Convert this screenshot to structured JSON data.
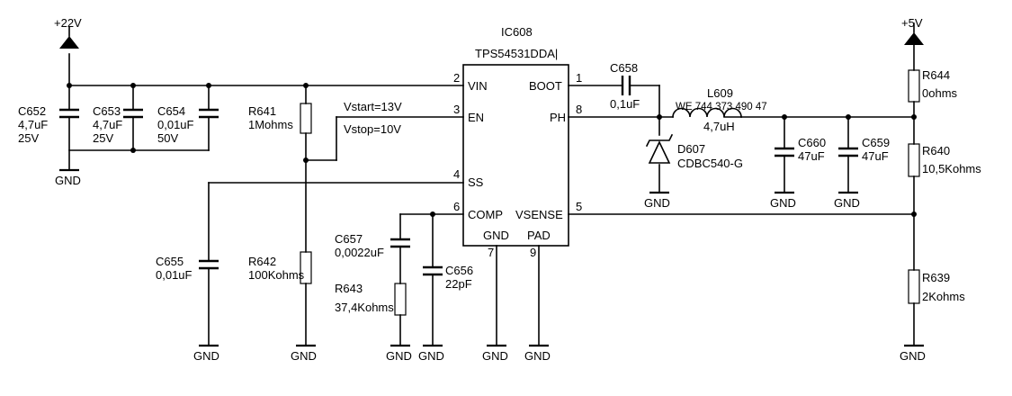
{
  "ic": {
    "ref": "IC608",
    "part": "TPS54531DDA|",
    "pins": {
      "vin": {
        "num": "2",
        "name": "VIN"
      },
      "en": {
        "num": "3",
        "name": "EN"
      },
      "ss": {
        "num": "4",
        "name": "SS"
      },
      "comp": {
        "num": "6",
        "name": "COMP"
      },
      "boot": {
        "num": "1",
        "name": "BOOT"
      },
      "ph": {
        "num": "8",
        "name": "PH"
      },
      "vsense": {
        "num": "5",
        "name": "VSENSE"
      },
      "gnd": {
        "num": "7",
        "name": "GND"
      },
      "pad": {
        "num": "9",
        "name": "PAD"
      }
    }
  },
  "rails": {
    "vin": "+22V",
    "vout": "+5V"
  },
  "notes": {
    "vstart": "Vstart=13V",
    "vstop": "Vstop=10V"
  },
  "components": {
    "C652": {
      "ref": "C652",
      "value": "4,7uF",
      "rating": "25V"
    },
    "C653": {
      "ref": "C653",
      "value": "4,7uF",
      "rating": "25V"
    },
    "C654": {
      "ref": "C654",
      "value": "0,01uF",
      "rating": "50V"
    },
    "R641": {
      "ref": "R641",
      "value": "1Mohms"
    },
    "R642": {
      "ref": "R642",
      "value": "100Kohms"
    },
    "C655": {
      "ref": "C655",
      "value": "0,01uF"
    },
    "C657": {
      "ref": "C657",
      "value": "0,0022uF"
    },
    "R643": {
      "ref": "R643",
      "value": "37,4Kohms"
    },
    "C656": {
      "ref": "C656",
      "value": "22pF"
    },
    "C658": {
      "ref": "C658",
      "value": "0,1uF"
    },
    "L609": {
      "ref": "L609",
      "part": "WE 744 373 490 47",
      "value": "4,7uH"
    },
    "D607": {
      "ref": "D607",
      "value": "CDBC540-G"
    },
    "C660": {
      "ref": "C660",
      "value": "47uF"
    },
    "C659": {
      "ref": "C659",
      "value": "47uF"
    },
    "R644": {
      "ref": "R644",
      "value": "0ohms"
    },
    "R640": {
      "ref": "R640",
      "value": "10,5Kohms"
    },
    "R639": {
      "ref": "R639",
      "value": "2Kohms"
    }
  },
  "gnd_label": "GND"
}
